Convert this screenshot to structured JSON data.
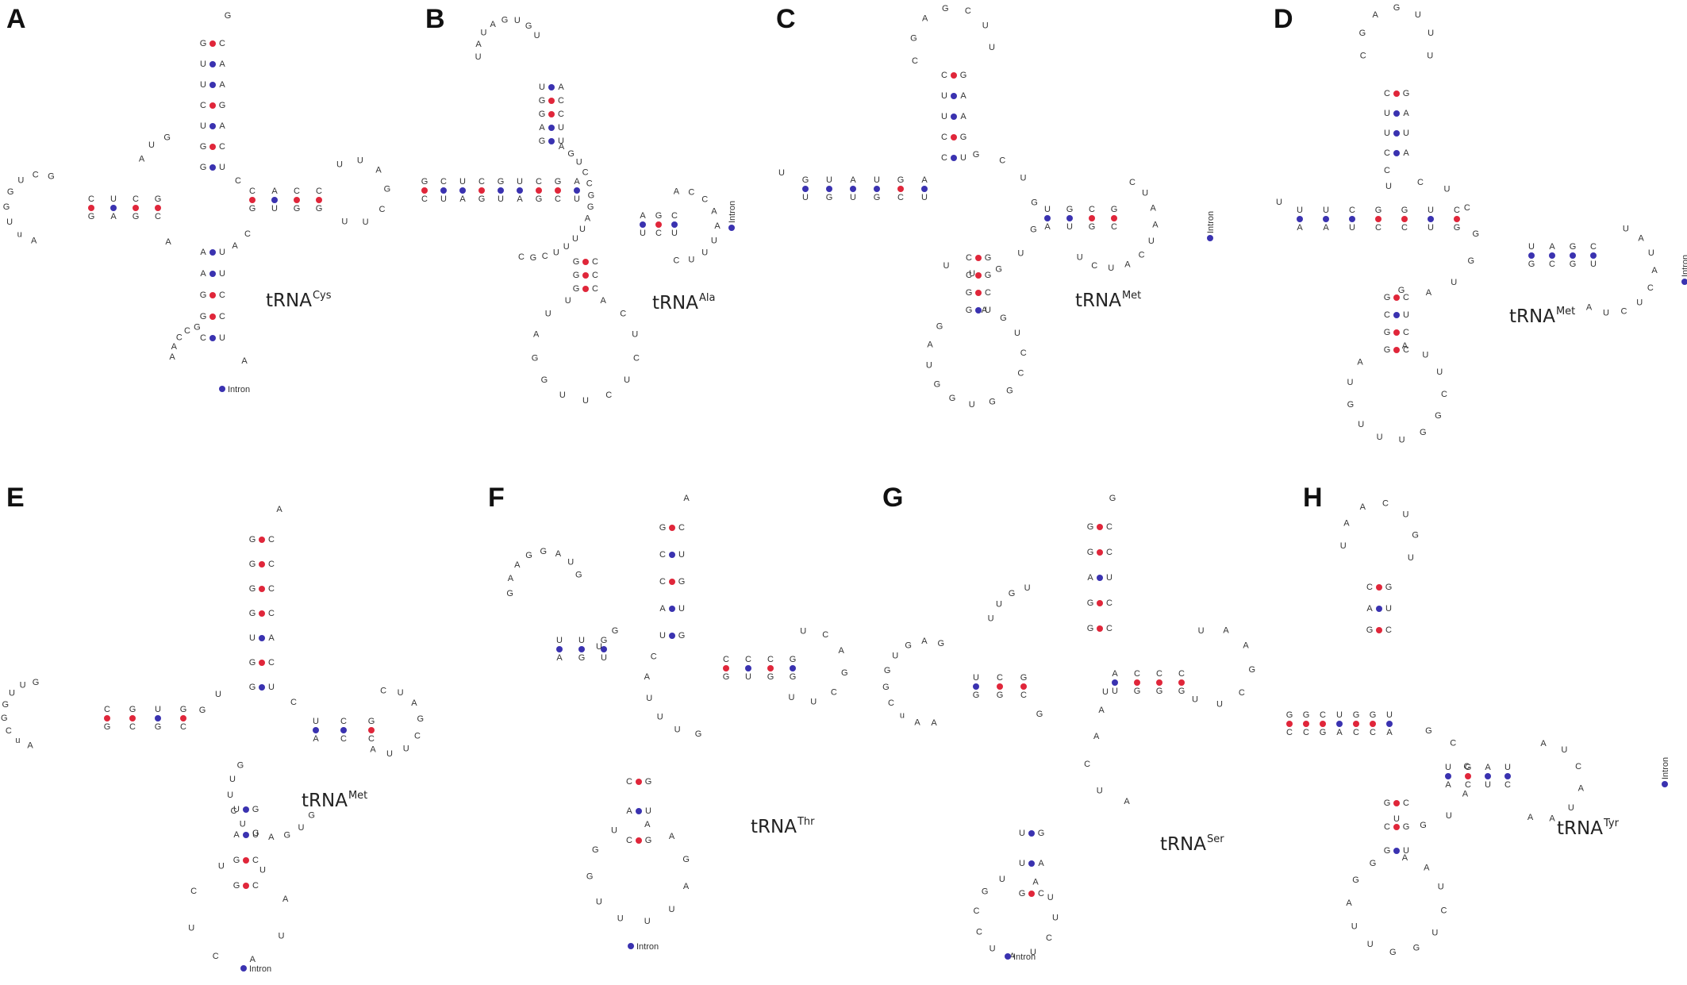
{
  "colors": {
    "gc_pair": "#e0263a",
    "au_gu_pair": "#3a32b0",
    "text": "#333333"
  },
  "intron_label": "Intron",
  "panels": [
    {
      "letter": "A",
      "name": "tRNA",
      "sup": "Cys"
    },
    {
      "letter": "B",
      "name": "tRNA",
      "sup": "Ala"
    },
    {
      "letter": "C",
      "name": "tRNA",
      "sup": "Met"
    },
    {
      "letter": "D",
      "name": "tRNA",
      "sup": "Met"
    },
    {
      "letter": "E",
      "name": "tRNA",
      "sup": "Met"
    },
    {
      "letter": "F",
      "name": "tRNA",
      "sup": "Thr"
    },
    {
      "letter": "G",
      "name": "tRNA",
      "sup": "Ser"
    },
    {
      "letter": "H",
      "name": "tRNA",
      "sup": "Tyr"
    }
  ]
}
